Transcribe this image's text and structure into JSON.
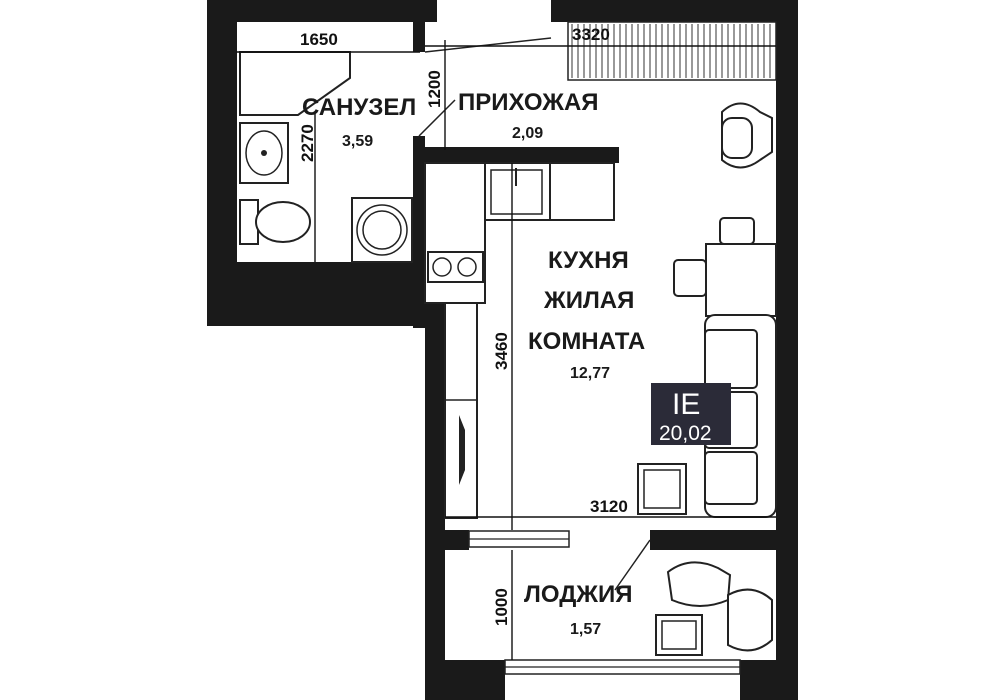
{
  "rooms": {
    "bathroom": {
      "name": "САНУЗЕЛ",
      "area": "3,59"
    },
    "hallway": {
      "name": "ПРИХОЖАЯ",
      "area": "2,09"
    },
    "living": {
      "line1": "КУХНЯ",
      "line2": "ЖИЛАЯ",
      "line3": "КОМНАТА",
      "area": "12,77"
    },
    "loggia": {
      "name": "ЛОДЖИЯ",
      "area": "1,57"
    }
  },
  "dimensions": {
    "bath_width": "1650",
    "bath_height": "2270",
    "hall_depth": "1200",
    "top_width": "3320",
    "room_depth": "3460",
    "room_width": "3120",
    "loggia_depth": "1000"
  },
  "badge": {
    "type": "IE",
    "total_area": "20,02",
    "color": "#2b2b38"
  },
  "colors": {
    "wall": "#1a1a1a",
    "line": "#222222",
    "background": "#ffffff"
  }
}
